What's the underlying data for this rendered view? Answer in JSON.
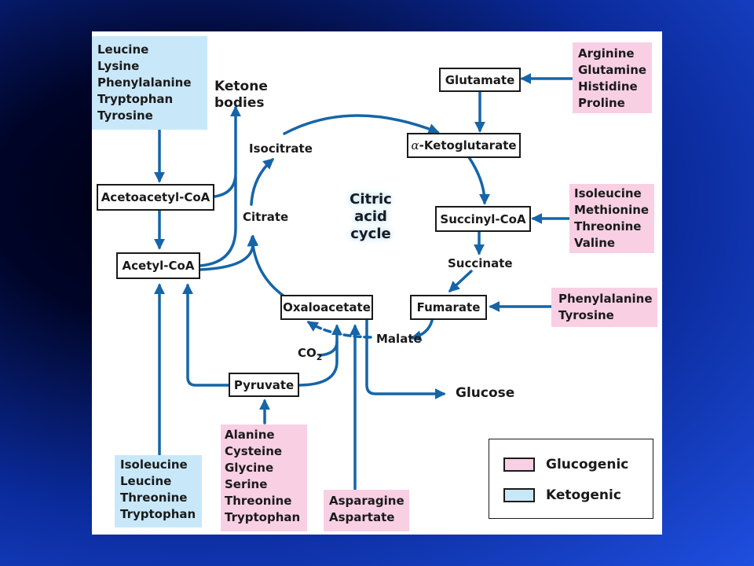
{
  "keto_top": [
    "Leucine",
    "Lysine",
    "Phenylalanine",
    "Tryptophan",
    "Tyrosine"
  ],
  "keto_bottom": [
    "Isoleucine",
    "Leucine",
    "Threonine",
    "Tryptophan"
  ],
  "gluco_top_right": [
    "Arginine",
    "Glutamine",
    "Histidine",
    "Proline"
  ],
  "gluco_succinyl": [
    "Isoleucine",
    "Methionine",
    "Threonine",
    "Valine"
  ],
  "gluco_fumarate": [
    "Phenylalanine",
    "Tyrosine"
  ],
  "gluco_pyruvate": [
    "Alanine",
    "Cysteine",
    "Glycine",
    "Serine",
    "Threonine",
    "Tryptophan"
  ],
  "gluco_oxaloacetate": [
    "Asparagine",
    "Aspartate"
  ],
  "nodes": {
    "acetoacetyl": "Acetoacetyl-CoA",
    "acetyl": "Acetyl-CoA",
    "glutamate": "Glutamate",
    "ketoglutarate_prefix": "α",
    "ketoglutarate": "-Ketoglutarate",
    "succinyl": "Succinyl-CoA",
    "fumarate": "Fumarate",
    "oxaloacetate": "Oxaloacetate",
    "pyruvate": "Pyruvate"
  },
  "labels": {
    "ketone_line1": "Ketone",
    "ketone_line2": "bodies",
    "isocitrate": "Isocitrate",
    "citrate": "Citrate",
    "succinate": "Succinate",
    "malate": "Malate",
    "co2_main": "CO",
    "co2_sub": "2",
    "glucose": "Glucose"
  },
  "center_title": [
    "Citric",
    "acid",
    "cycle"
  ],
  "legend": {
    "glucogenic": "Glucogenic",
    "ketogenic": "Ketogenic"
  },
  "colors": {
    "arrow": "#1565a8",
    "ketogenic": "#c8e8fa",
    "glucogenic": "#f9cfe4"
  }
}
